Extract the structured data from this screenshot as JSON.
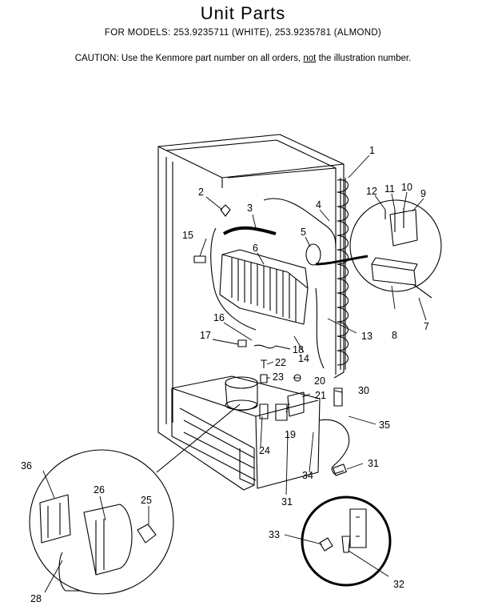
{
  "header": {
    "title": "Unit  Parts",
    "models": "FOR MODELS:  253.9235711 (WHITE), 253.9235781 (ALMOND)",
    "caution_prefix": "CAUTION:  Use the Kenmore part number on all orders, ",
    "caution_emphasis": "not",
    "caution_suffix": " the illustration number."
  },
  "callouts": [
    "1",
    "2",
    "3",
    "4",
    "5",
    "6",
    "7",
    "8",
    "9",
    "10",
    "11",
    "12",
    "13",
    "14",
    "15",
    "16",
    "17",
    "18",
    "19",
    "20",
    "21",
    "22",
    "23",
    "24",
    "25",
    "26",
    "28",
    "30",
    "31",
    "31",
    "32",
    "33",
    "34",
    "35",
    "36"
  ]
}
